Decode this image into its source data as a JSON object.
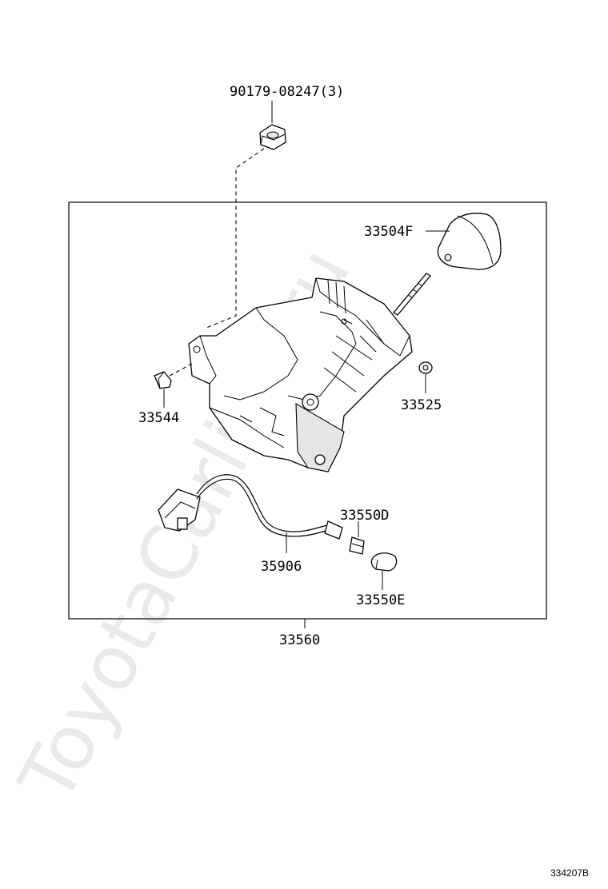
{
  "diagram": {
    "watermark": "ToyotaCarline.ru",
    "reference_code": "334207B",
    "parts": {
      "nut": "90179-08247(3)",
      "shift_knob": "33504F",
      "clip_left": "33544",
      "washer": "33525",
      "bulb_d": "33550D",
      "wire_harness": "35906",
      "bulb_e": "33550E",
      "assembly": "33560"
    }
  }
}
